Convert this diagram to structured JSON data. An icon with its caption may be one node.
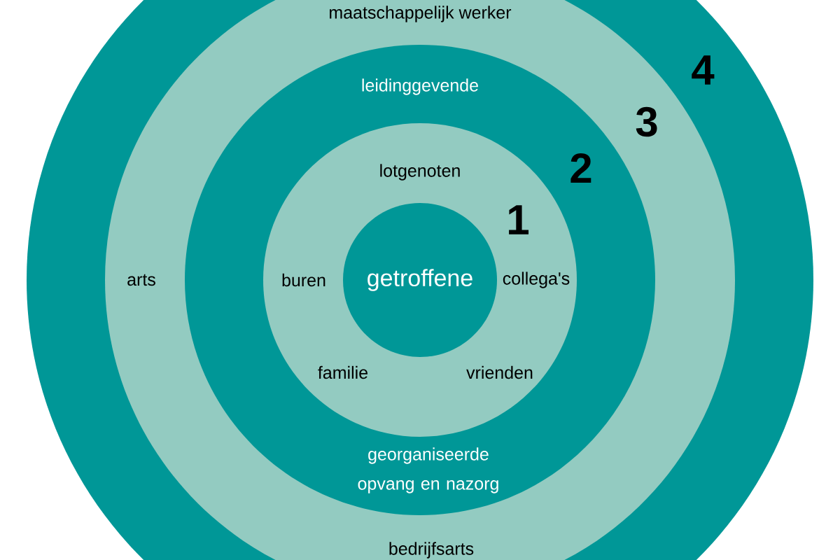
{
  "diagram": {
    "nodes": [
      {
        "text": [
          "4"
        ]
      },
      {
        "text": [
          "maatschappelijk werker",
          "3",
          "arts",
          "bedrijfsarts"
        ],
        "in": 0
      },
      {
        "text": [
          "leidinggevende",
          "2",
          "georganiseerde opvang en nazorg"
        ],
        "in": 1
      },
      {
        "text": [
          "lotgenoten",
          "1",
          "buren",
          "collega's",
          "familie",
          "vrienden"
        ],
        "in": 2
      },
      {
        "text": [
          "getroffene"
        ],
        "in": 3
      }
    ]
  }
}
